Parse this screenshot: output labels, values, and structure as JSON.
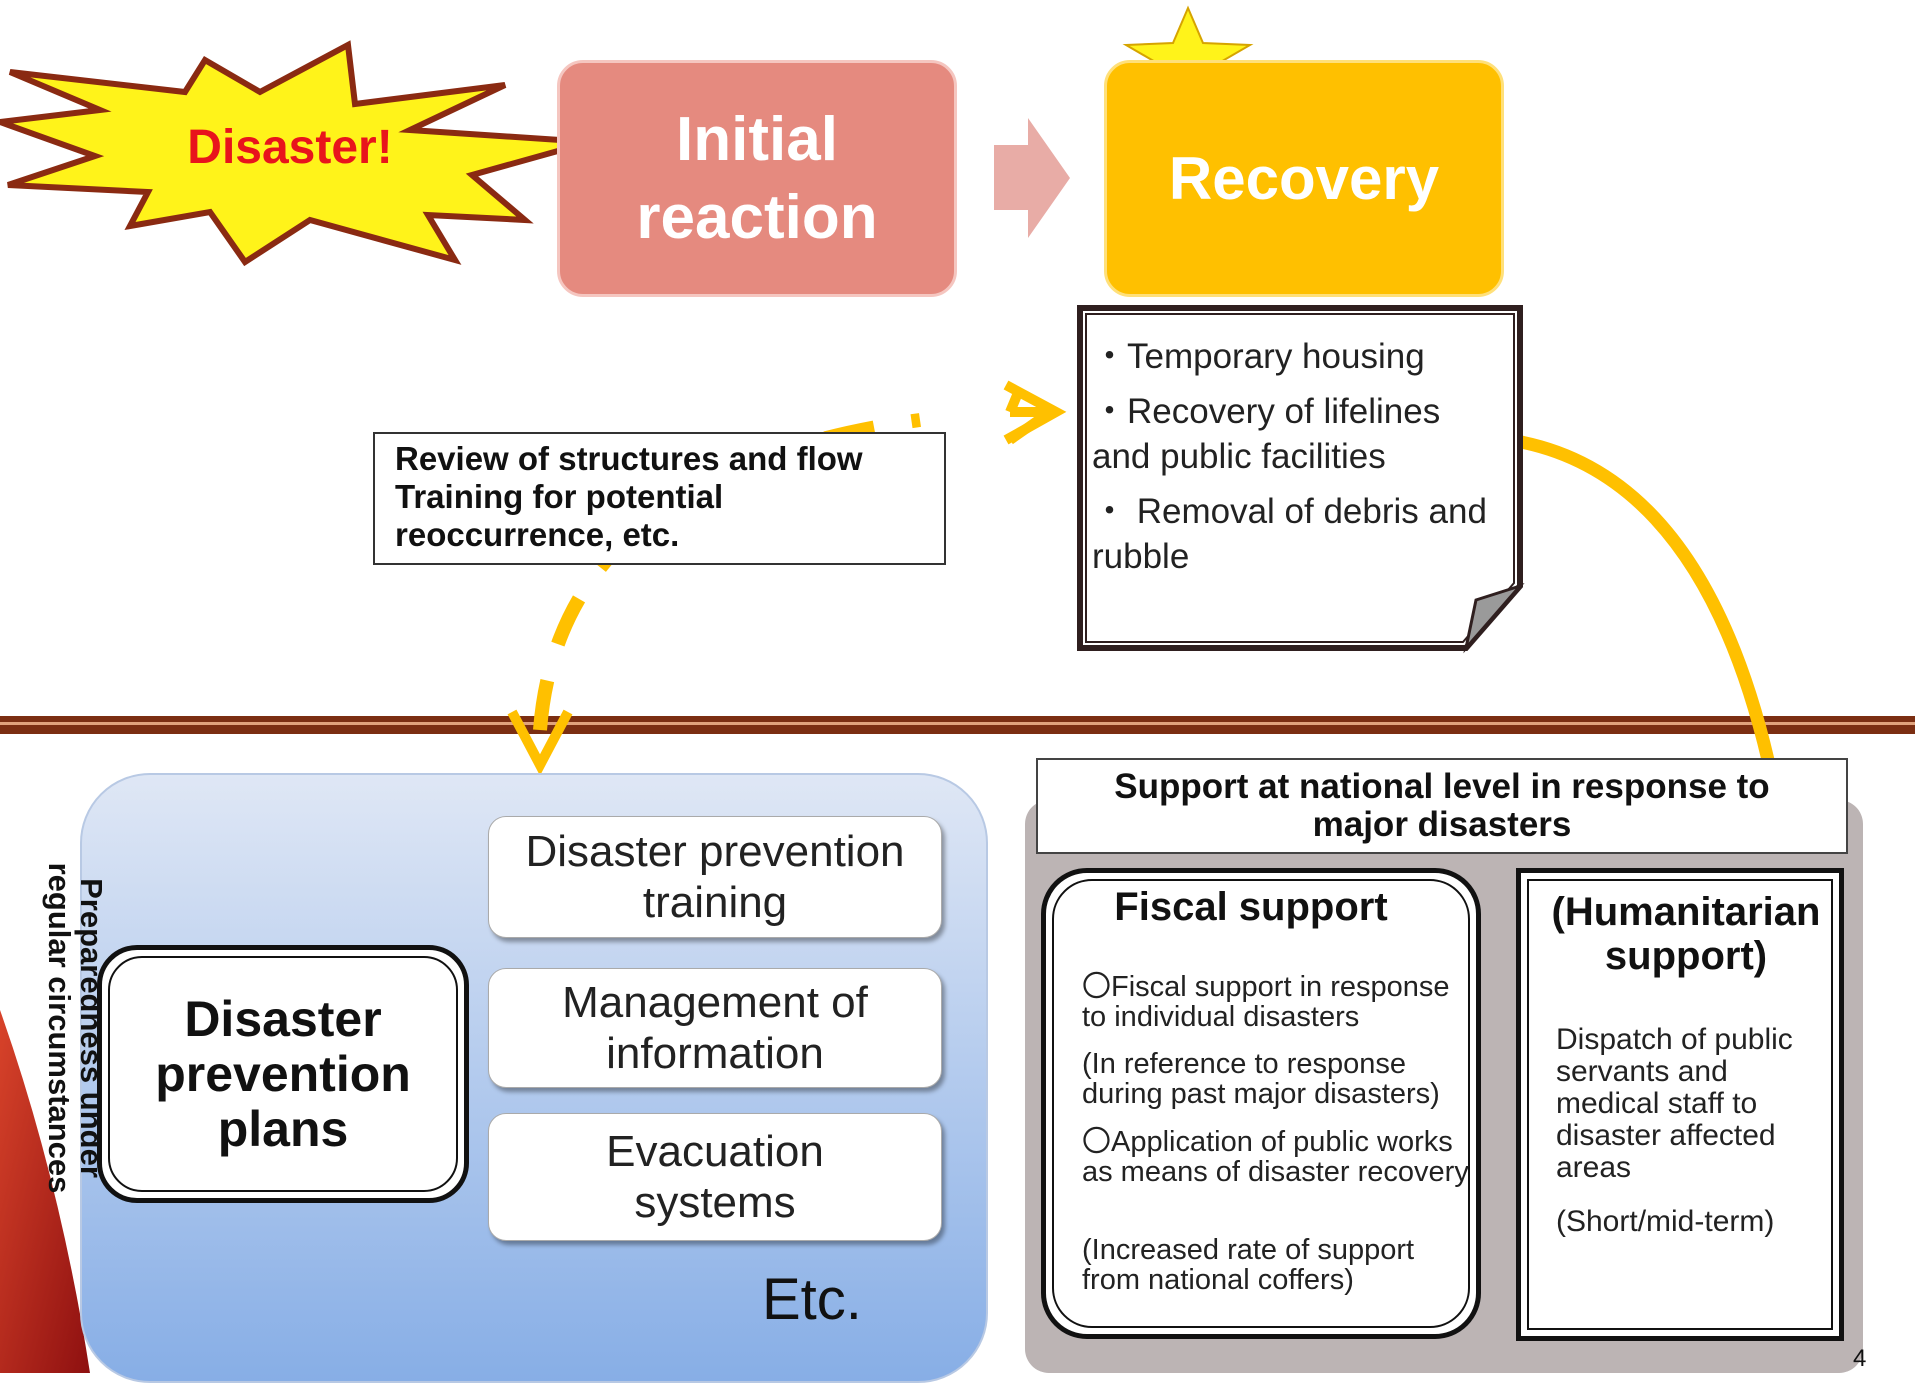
{
  "burst": {
    "label": "Disaster!"
  },
  "phases": {
    "initial": "Initial reaction",
    "recovery": "Recovery"
  },
  "recovery_items": [
    "・Temporary housing",
    "・Recovery of lifelines and public facilities",
    "・ Removal of debris and rubble"
  ],
  "review": {
    "line1": "Review of structures and flow",
    "line2": "Training for potential reoccurrence, etc."
  },
  "preparedness": {
    "vertical_label": "Preparedness under regular circumstances",
    "main": "Disaster prevention plans",
    "measures": [
      "Disaster prevention training",
      "Management of information",
      "Evacuation systems"
    ],
    "etc": "Etc."
  },
  "support": {
    "header": "Support at national level in response to major disasters",
    "fiscal": {
      "title": "Fiscal support",
      "items": [
        "〇Fiscal support in response to individual disasters",
        "(In reference to response during past major disasters)",
        "〇Application of public works as means of disaster recovery",
        "(Increased rate of support from national coffers)"
      ]
    },
    "humanitarian": {
      "title": "(Humanitarian support)",
      "items": [
        "Dispatch of public servants and medical staff to disaster affected areas",
        "(Short/mid-term)"
      ]
    }
  },
  "page_number": "4",
  "colors": {
    "burst_fill": "#fff31a",
    "burst_text": "#e8141c",
    "initial": "#e58a7f",
    "recovery": "#ffc000",
    "arrow_yellow": "#ffc000",
    "divider": "#7b2e12",
    "support_bg": "#bcb4b4"
  }
}
